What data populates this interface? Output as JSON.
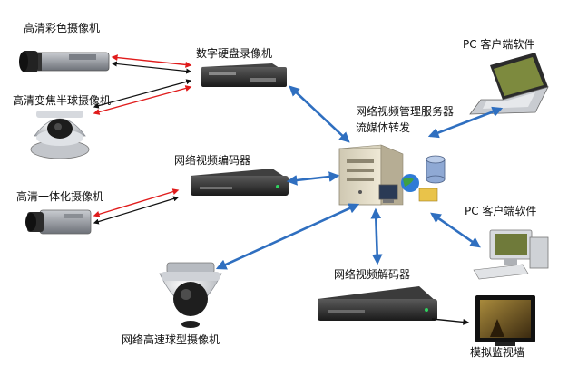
{
  "labels": {
    "hd_color_camera": "高清彩色摄像机",
    "hd_varifocal_dome": "高清变焦半球摄像机",
    "dvr": "数字硬盘录像机",
    "server_line1": "网络视频管理服务器",
    "server_line2": "流媒体转发",
    "pc_client_top": "PC 客户端软件",
    "pc_client_right": "PC 客户端软件",
    "encoder": "网络视频编码器",
    "hd_integrated_camera": "高清一体化摄像机",
    "decoder": "网络视频解码器",
    "speed_dome": "网络高速球型摄像机",
    "analog_wall": "模拟监视墙"
  },
  "colors": {
    "network_link": "#2f6fc0",
    "analog_link_red": "#e01b1b",
    "analog_link_black": "#111111",
    "video_out": "#111111"
  }
}
